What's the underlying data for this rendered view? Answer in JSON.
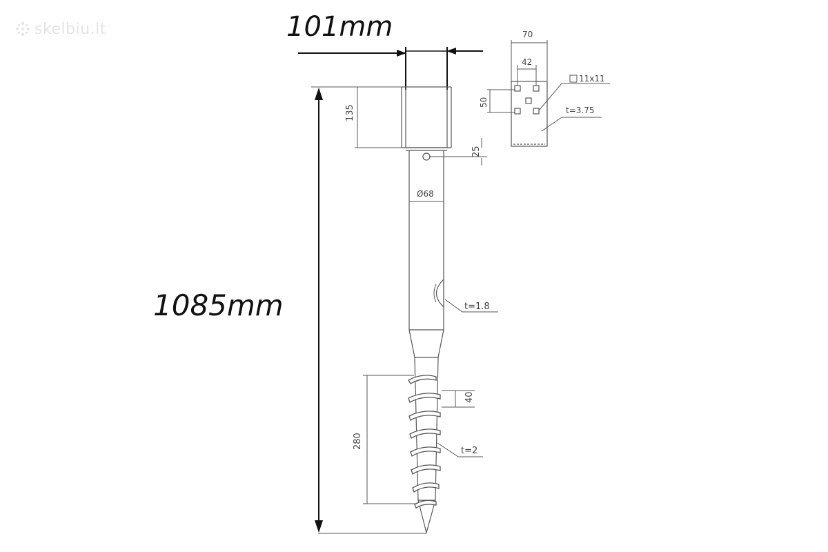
{
  "watermark": {
    "text": "skelbiu.lt",
    "icon": "dots-logo-icon"
  },
  "dimensions": {
    "top_width": "101mm",
    "total_length": "1085mm",
    "sleeve_height": "135",
    "hole_offset": "25",
    "tube_diameter": "Ø68",
    "tube_wall": "t=1.8",
    "thread_pitch": "40",
    "thread_length": "280",
    "thread_thickness": "t=2"
  },
  "top_plate": {
    "width": "70",
    "hole_spacing": "42",
    "row_spacing": "50",
    "hole_size": "11x11",
    "plate_thickness": "t=3.75"
  },
  "colors": {
    "line": "#555555",
    "dark": "#111111",
    "watermark": "#e4e4e4"
  }
}
